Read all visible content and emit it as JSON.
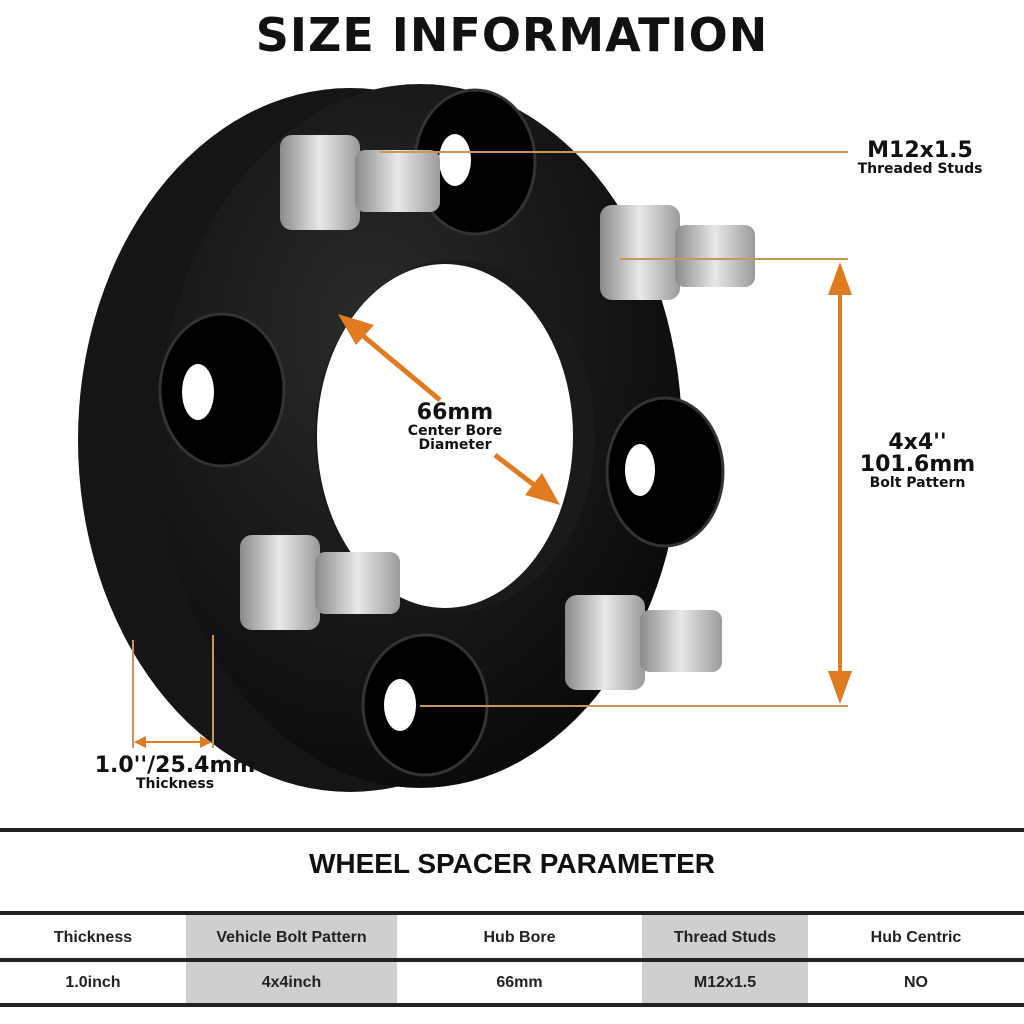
{
  "title": "SIZE INFORMATION",
  "accent_color": "#e07b20",
  "annotations": {
    "threaded_studs": {
      "value": "M12x1.5",
      "label": "Threaded Studs"
    },
    "bolt_pattern": {
      "value_in": "4x4''",
      "value_mm": "101.6mm",
      "label": "Bolt Pattern"
    },
    "center_bore": {
      "value": "66mm",
      "label1": "Center Bore",
      "label2": "Diameter"
    },
    "thickness": {
      "value": "1.0''/25.4mm",
      "label": "Thickness"
    }
  },
  "parameters": {
    "title": "WHEEL SPACER PARAMETER",
    "headers": [
      "Thickness",
      "Vehicle Bolt Pattern",
      "Hub Bore",
      "Thread Studs",
      "Hub Centric"
    ],
    "values": [
      "1.0inch",
      "4x4inch",
      "66mm",
      "M12x1.5",
      "NO"
    ]
  }
}
